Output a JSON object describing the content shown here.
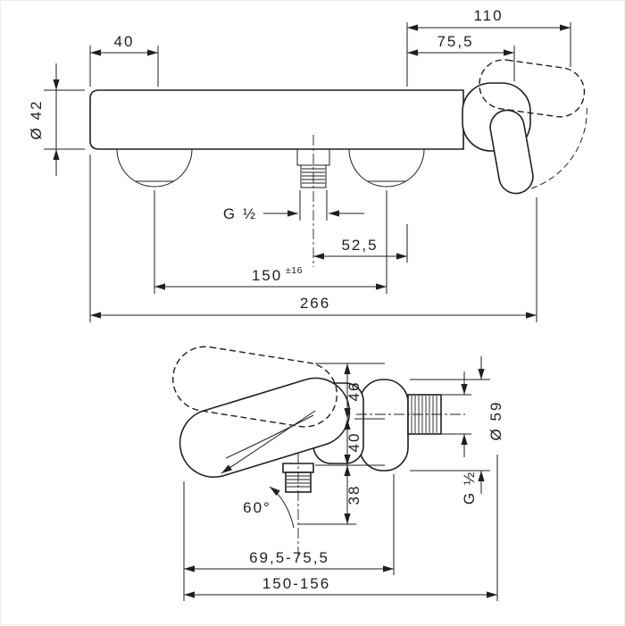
{
  "front_view": {
    "d110": "110",
    "d40": "40",
    "d75_5": "75,5",
    "d42": "Ø 42",
    "g_half": "G ½",
    "d52_5": "52,5",
    "d150": "150",
    "d150_tol": "±16",
    "d266": "266"
  },
  "side_view": {
    "d46": "46",
    "d40": "40",
    "d38": "38",
    "d59": "Ø 59",
    "g_half": "G ½",
    "angle": "60°",
    "d69_75": "69,5-75,5",
    "d150_156": "150-156"
  }
}
